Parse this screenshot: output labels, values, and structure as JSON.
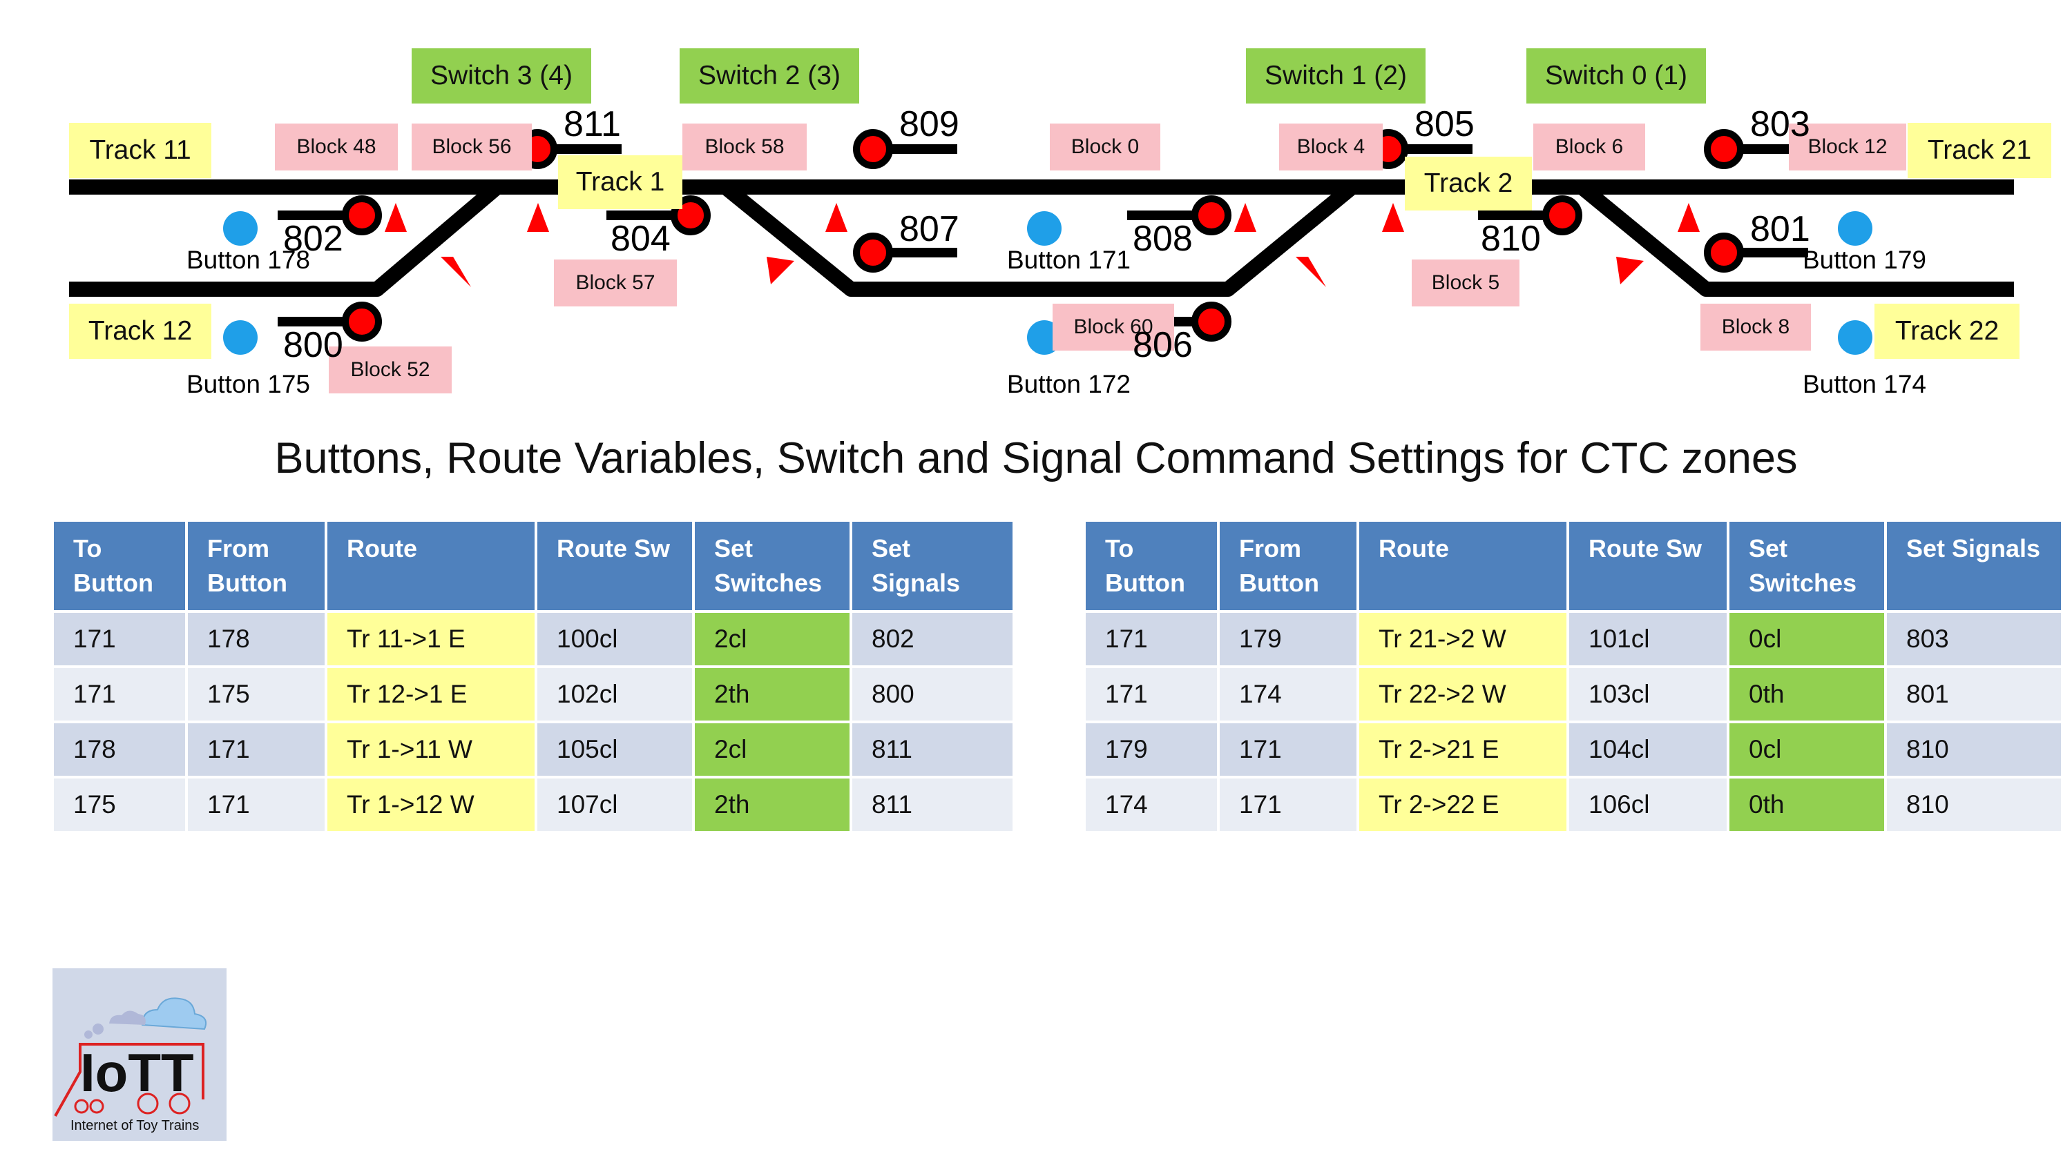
{
  "switches": [
    {
      "id": "sw3",
      "label": "Switch 3 (4)"
    },
    {
      "id": "sw2",
      "label": "Switch 2 (3)"
    },
    {
      "id": "sw1",
      "label": "Switch 1 (2)"
    },
    {
      "id": "sw0",
      "label": "Switch 0 (1)"
    }
  ],
  "tracks": [
    {
      "id": "tr11",
      "label": "Track 11"
    },
    {
      "id": "tr12",
      "label": "Track 12"
    },
    {
      "id": "tr1",
      "label": "Track 1"
    },
    {
      "id": "tr2",
      "label": "Track 2"
    },
    {
      "id": "tr21",
      "label": "Track 21"
    },
    {
      "id": "tr22",
      "label": "Track 22"
    }
  ],
  "blocks": [
    {
      "id": "b48",
      "label": "Block 48"
    },
    {
      "id": "b56",
      "label": "Block 56"
    },
    {
      "id": "b58",
      "label": "Block 58"
    },
    {
      "id": "b0",
      "label": "Block 0"
    },
    {
      "id": "b4",
      "label": "Block 4"
    },
    {
      "id": "b6",
      "label": "Block 6"
    },
    {
      "id": "b12",
      "label": "Block 12"
    },
    {
      "id": "b57",
      "label": "Block 57"
    },
    {
      "id": "b52",
      "label": "Block 52"
    },
    {
      "id": "b5",
      "label": "Block 5"
    },
    {
      "id": "b8",
      "label": "Block 8"
    },
    {
      "id": "b60",
      "label": "Block 60"
    }
  ],
  "signals": [
    "811",
    "809",
    "805",
    "803",
    "802",
    "804",
    "807",
    "808",
    "810",
    "801",
    "800",
    "806"
  ],
  "buttons": [
    "Button 178",
    "Button 171",
    "Button 179",
    "Button 175",
    "Button 172",
    "Button 174"
  ],
  "heading": "Buttons, Route Variables, Switch and Signal Command Settings for CTC zones",
  "left_table": {
    "headers": [
      [
        "To",
        "Button"
      ],
      [
        "From",
        "Button"
      ],
      [
        "Route",
        ""
      ],
      [
        "Route Sw",
        ""
      ],
      [
        "Set",
        "Switches"
      ],
      [
        "Set",
        "Signals"
      ]
    ],
    "rows": [
      [
        "171",
        "178",
        "Tr 11->1 E",
        "100cl",
        "2cl",
        "802"
      ],
      [
        "171",
        "175",
        "Tr 12->1 E",
        "102cl",
        "2th",
        "800"
      ],
      [
        "178",
        "171",
        "Tr 1->11 W",
        "105cl",
        "2cl",
        "811"
      ],
      [
        "175",
        "171",
        "Tr 1->12 W",
        "107cl",
        "2th",
        "811"
      ]
    ]
  },
  "right_table": {
    "headers": [
      [
        "To",
        "Button"
      ],
      [
        "From",
        "Button"
      ],
      [
        "Route",
        ""
      ],
      [
        "Route Sw",
        ""
      ],
      [
        "Set",
        "Switches"
      ],
      [
        "Set Signals",
        ""
      ]
    ],
    "rows": [
      [
        "171",
        "179",
        "Tr 21->2 W",
        "101cl",
        "0cl",
        "803"
      ],
      [
        "171",
        "174",
        "Tr 22->2 W",
        "103cl",
        "0th",
        "801"
      ],
      [
        "179",
        "171",
        "Tr 2->21 E",
        "104cl",
        "0cl",
        "810"
      ],
      [
        "174",
        "171",
        "Tr 2->22 E",
        "106cl",
        "0th",
        "810"
      ]
    ]
  },
  "logo": {
    "text": "IoTT",
    "subtitle": "Internet of Toy Trains"
  },
  "colors": {
    "switch_label": "#92d050",
    "track_label": "#ffff99",
    "block_label": "#f9c0c6",
    "button": "#1f9fe8",
    "signal": "#ff0000",
    "header": "#4f81bd"
  }
}
